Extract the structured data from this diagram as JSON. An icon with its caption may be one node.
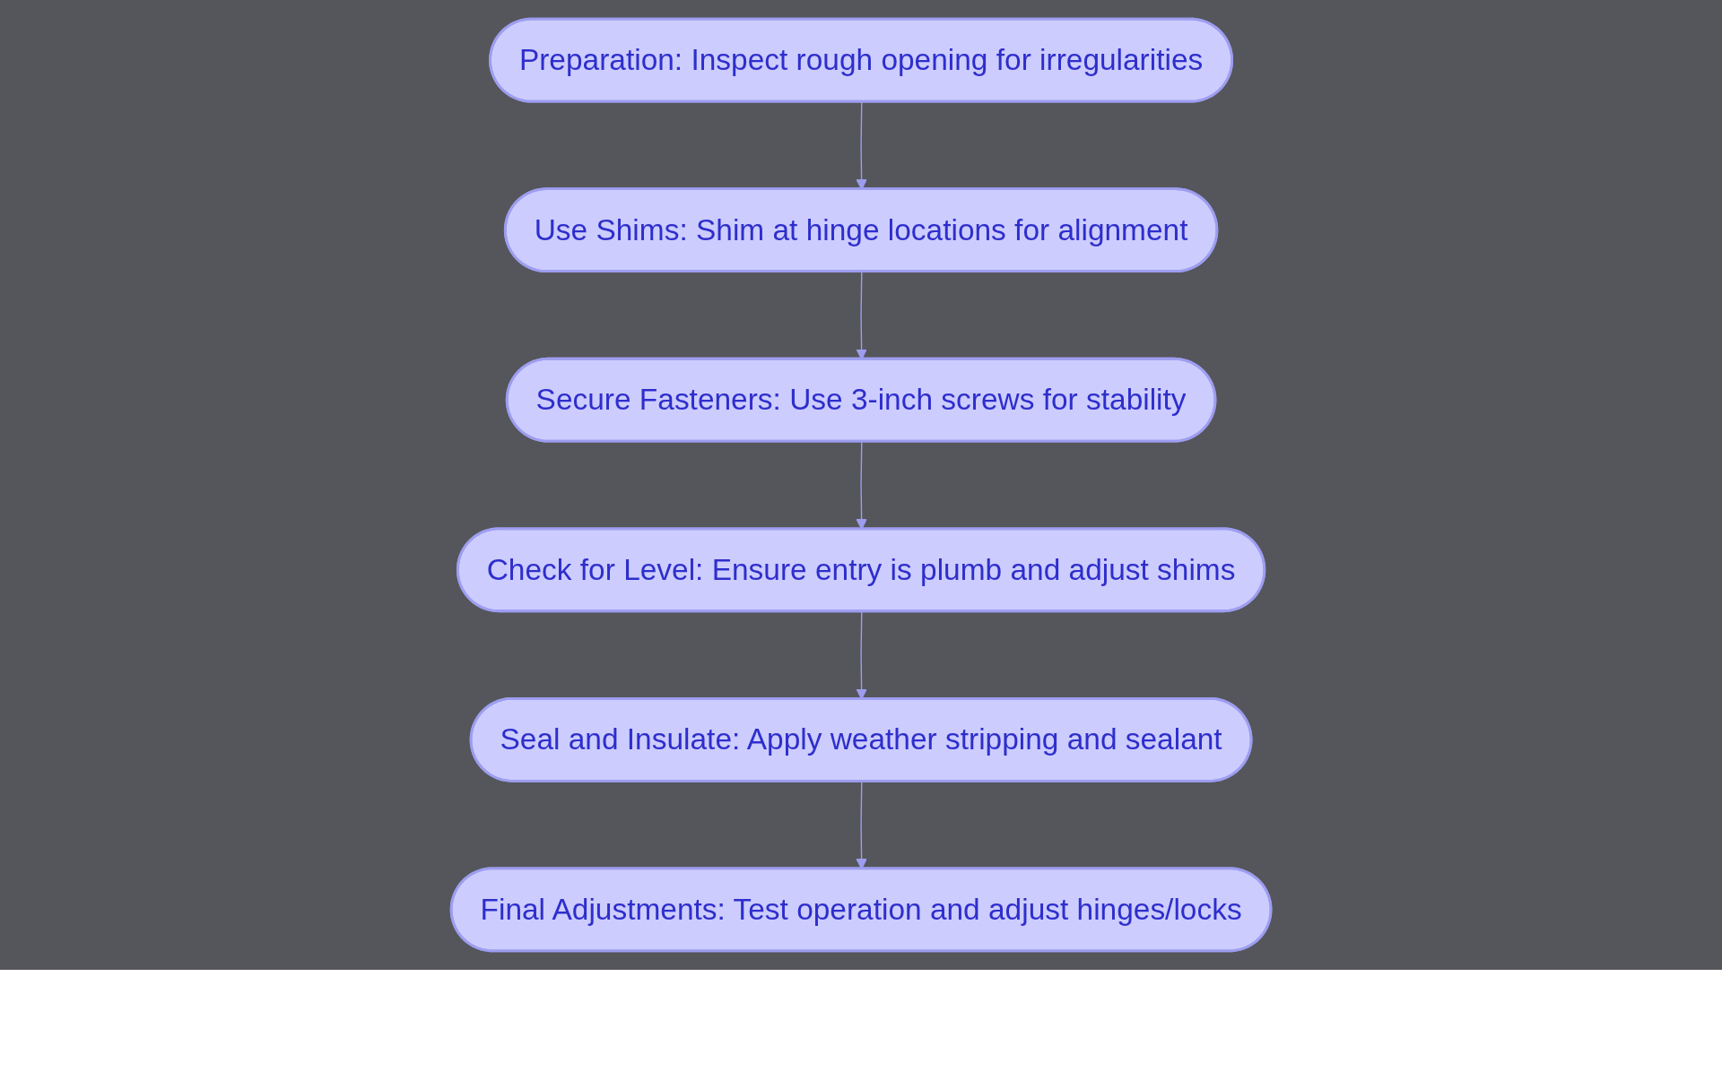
{
  "diagram": {
    "nodes": [
      {
        "text": [
          "Preparation: Inspect rough opening for irregularities"
        ]
      },
      {
        "text": [
          "Use Shims: Shim at hinge locations for alignment"
        ]
      },
      {
        "text": [
          "Secure Fasteners: Use 3-inch screws for stability"
        ]
      },
      {
        "text": [
          "Check for Level: Ensure entry is plumb and adjust shims"
        ]
      },
      {
        "text": [
          "Seal and Insulate: Apply weather stripping and sealant"
        ]
      },
      {
        "text": [
          "Final Adjustments: Test operation and adjust hinges/locks"
        ]
      }
    ],
    "edges": [
      {
        "from": 0,
        "to": 1,
        "arrow": "to"
      },
      {
        "from": 1,
        "to": 2,
        "arrow": "to"
      },
      {
        "from": 2,
        "to": 3,
        "arrow": "to"
      },
      {
        "from": 3,
        "to": 4,
        "arrow": "to"
      },
      {
        "from": 4,
        "to": 5,
        "arrow": "to"
      }
    ]
  }
}
